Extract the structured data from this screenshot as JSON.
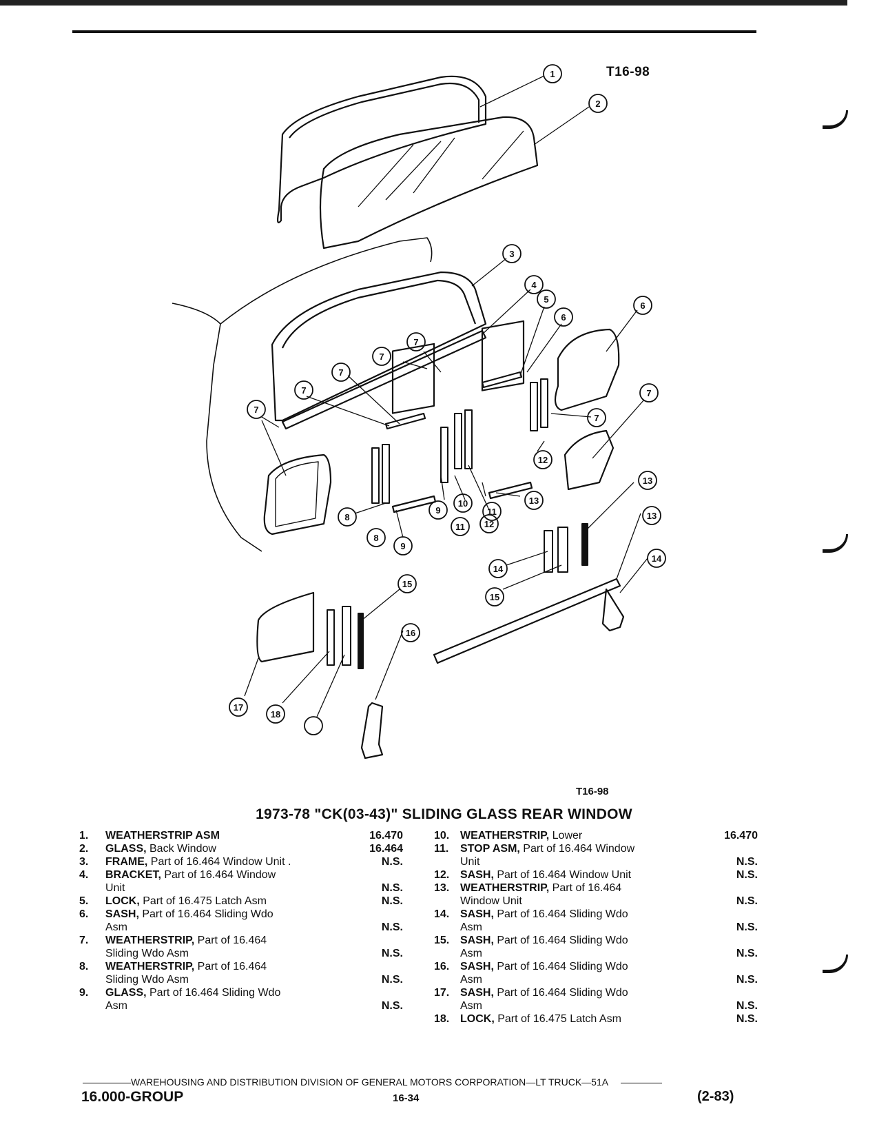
{
  "figure_code_top": "T16-98",
  "figure_code_bottom": "T16-98",
  "callouts": [
    "1",
    "2",
    "3",
    "4",
    "5",
    "6",
    "6",
    "7",
    "7",
    "7",
    "7",
    "7",
    "7",
    "7",
    "8",
    "8",
    "9",
    "9",
    "10",
    "11",
    "11",
    "12",
    "12",
    "13",
    "13",
    "13",
    "14",
    "14",
    "15",
    "15",
    "16",
    "17",
    "18"
  ],
  "title": "1973-78 \"CK(03-43)\" SLIDING GLASS REAR WINDOW",
  "parts_left": [
    {
      "num": "1.",
      "name": "WEATHERSTRIP ASM",
      "desc": "",
      "line2": "",
      "ref": "16.470"
    },
    {
      "num": "2.",
      "name": "GLASS,",
      "desc": "Back Window",
      "line2": "",
      "ref": "16.464"
    },
    {
      "num": "3.",
      "name": "FRAME,",
      "desc": "Part of 16.464 Window Unit .",
      "line2": "",
      "ref": "N.S."
    },
    {
      "num": "4.",
      "name": "BRACKET,",
      "desc": "Part of 16.464 Window",
      "line2": "Unit",
      "ref": "N.S."
    },
    {
      "num": "5.",
      "name": "LOCK,",
      "desc": "Part of 16.475 Latch Asm",
      "line2": "",
      "ref": "N.S."
    },
    {
      "num": "6.",
      "name": "SASH,",
      "desc": "Part of 16.464 Sliding Wdo",
      "line2": "Asm",
      "ref": "N.S."
    },
    {
      "num": "7.",
      "name": "WEATHERSTRIP,",
      "desc": "Part of 16.464",
      "line2": "Sliding Wdo Asm",
      "ref": "N.S."
    },
    {
      "num": "8.",
      "name": "WEATHERSTRIP,",
      "desc": "Part of 16.464",
      "line2": "Sliding Wdo Asm",
      "ref": "N.S."
    },
    {
      "num": "9.",
      "name": "GLASS,",
      "desc": "Part of 16.464 Sliding Wdo",
      "line2": "Asm",
      "ref": "N.S."
    }
  ],
  "parts_right": [
    {
      "num": "10.",
      "name": "WEATHERSTRIP,",
      "desc": "Lower",
      "line2": "",
      "ref": "16.470"
    },
    {
      "num": "11.",
      "name": "STOP ASM,",
      "desc": "Part of 16.464 Window",
      "line2": "Unit",
      "ref": "N.S."
    },
    {
      "num": "12.",
      "name": "SASH,",
      "desc": "Part of 16.464 Window Unit",
      "line2": "",
      "ref": "N.S."
    },
    {
      "num": "13.",
      "name": "WEATHERSTRIP,",
      "desc": "Part of 16.464",
      "line2": "Window Unit",
      "ref": "N.S."
    },
    {
      "num": "14.",
      "name": "SASH,",
      "desc": "Part of 16.464 Sliding Wdo",
      "line2": "Asm",
      "ref": "N.S."
    },
    {
      "num": "15.",
      "name": "SASH,",
      "desc": "Part of 16.464 Sliding Wdo",
      "line2": "Asm",
      "ref": "N.S."
    },
    {
      "num": "16.",
      "name": "SASH,",
      "desc": "Part of 16.464 Sliding Wdo",
      "line2": "Asm",
      "ref": "N.S."
    },
    {
      "num": "17.",
      "name": "SASH,",
      "desc": "Part of 16.464 Sliding Wdo",
      "line2": "Asm",
      "ref": "N.S."
    },
    {
      "num": "18.",
      "name": "LOCK,",
      "desc": "Part of 16.475 Latch Asm",
      "line2": "",
      "ref": "N.S."
    }
  ],
  "footer": {
    "publisher": "WAREHOUSING AND DISTRIBUTION  DIVISION OF GENERAL MOTORS CORPORATION—LT TRUCK—51A",
    "group": "16.000-GROUP",
    "page": "16-34",
    "date": "(2-83)"
  }
}
